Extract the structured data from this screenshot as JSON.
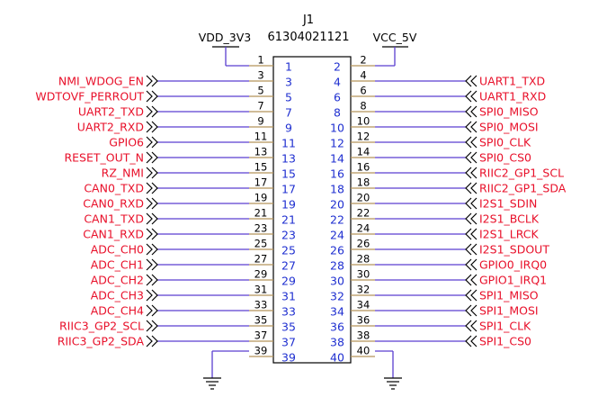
{
  "component": {
    "refdes": "J1",
    "part_number": "61304021121"
  },
  "power": {
    "left": "VDD_3V3",
    "right": "VCC_5V"
  },
  "pins": [
    {
      "num": "1",
      "net": ""
    },
    {
      "num": "2",
      "net": ""
    },
    {
      "num": "3",
      "net": "NMI_WDOG_EN"
    },
    {
      "num": "4",
      "net": "UART1_TXD"
    },
    {
      "num": "5",
      "net": "WDTOVF_PERROUT"
    },
    {
      "num": "6",
      "net": "UART1_RXD"
    },
    {
      "num": "7",
      "net": "UART2_TXD"
    },
    {
      "num": "8",
      "net": "SPI0_MISO"
    },
    {
      "num": "9",
      "net": "UART2_RXD"
    },
    {
      "num": "10",
      "net": "SPI0_MOSI"
    },
    {
      "num": "11",
      "net": "GPIO6"
    },
    {
      "num": "12",
      "net": "SPI0_CLK"
    },
    {
      "num": "13",
      "net": "RESET_OUT_N"
    },
    {
      "num": "14",
      "net": "SPI0_CS0"
    },
    {
      "num": "15",
      "net": "RZ_NMI"
    },
    {
      "num": "16",
      "net": "RIIC2_GP1_SCL"
    },
    {
      "num": "17",
      "net": "CAN0_TXD"
    },
    {
      "num": "18",
      "net": "RIIC2_GP1_SDA"
    },
    {
      "num": "19",
      "net": "CAN0_RXD"
    },
    {
      "num": "20",
      "net": "I2S1_SDIN"
    },
    {
      "num": "21",
      "net": "CAN1_TXD"
    },
    {
      "num": "22",
      "net": "I2S1_BCLK"
    },
    {
      "num": "23",
      "net": "CAN1_RXD"
    },
    {
      "num": "24",
      "net": "I2S1_LRCK"
    },
    {
      "num": "25",
      "net": "ADC_CH0"
    },
    {
      "num": "26",
      "net": "I2S1_SDOUT"
    },
    {
      "num": "27",
      "net": "ADC_CH1"
    },
    {
      "num": "28",
      "net": "GPIO0_IRQ0"
    },
    {
      "num": "29",
      "net": "ADC_CH2"
    },
    {
      "num": "30",
      "net": "GPIO1_IRQ1"
    },
    {
      "num": "31",
      "net": "ADC_CH3"
    },
    {
      "num": "32",
      "net": "SPI1_MISO"
    },
    {
      "num": "33",
      "net": "ADC_CH4"
    },
    {
      "num": "34",
      "net": "SPI1_MOSI"
    },
    {
      "num": "35",
      "net": "RIIC3_GP2_SCL"
    },
    {
      "num": "36",
      "net": "SPI1_CLK"
    },
    {
      "num": "37",
      "net": "RIIC3_GP2_SDA"
    },
    {
      "num": "38",
      "net": "SPI1_CS0"
    },
    {
      "num": "39",
      "net": ""
    },
    {
      "num": "40",
      "net": ""
    }
  ],
  "colors": {
    "body_outline": "#000000",
    "pin_line": "#b4935a",
    "wire": "#5a3fd0",
    "net_label": "#e8102a",
    "pin_number_inside": "#1f2fd0"
  }
}
